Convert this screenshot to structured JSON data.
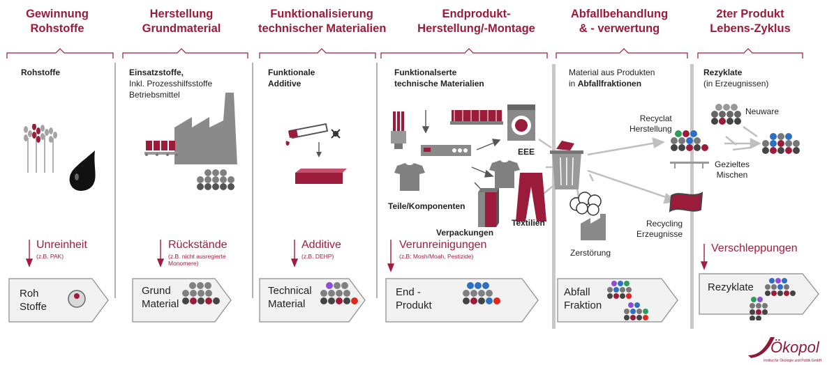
{
  "stages": [
    {
      "head1": "Gewinnung",
      "head2": "Rohstoffe",
      "desc1": "Rohstoffe",
      "desc2": "",
      "desc3": "",
      "impurity": "Unreinheit",
      "impurity_note1": "(z.B. PAK)",
      "impurity_note2": "",
      "box1": "Roh",
      "box2": "Stoffe"
    },
    {
      "head1": "Herstellung",
      "head2": "Grundmaterial",
      "desc1": "Einsatzstoffe,",
      "desc2": "Inkl. Prozesshilfsstoffe",
      "desc3": "Betriebsmittel",
      "impurity": "Rückstände",
      "impurity_note1": "(z.B. nicht ausregierte",
      "impurity_note2": "Monomere)",
      "box1": "Grund",
      "box2": "Material"
    },
    {
      "head1": "Funktionalisierung",
      "head2": "technischer Materialien",
      "desc1": "Funktionale",
      "desc2": "Additive",
      "desc3": "",
      "impurity": "Additive",
      "impurity_note1": "(z.B.  DEHP)",
      "impurity_note2": "",
      "box1": "Technical",
      "box2": "Material"
    },
    {
      "head1": "Endprodukt-",
      "head2": "Herstellung/-Montage",
      "desc1": "Funktionalserte",
      "desc2": "technische Materialien",
      "desc3": "",
      "impurity": "Verunreinigungen",
      "impurity_note1": "(z.B: Mosh/Moah, Pestizide)",
      "impurity_note2": "",
      "box1": "End -",
      "box2": "Produkt"
    },
    {
      "head1": "Abfallbehandlung",
      "head2": "& - verwertung",
      "desc1": "Material aus Produkten",
      "desc2_pre": "in ",
      "desc2_bold": "Abfallfraktionen",
      "box1": "Abfall",
      "box2": "Fraktion"
    },
    {
      "head1": "2ter Produkt",
      "head2": "Lebens-Zyklus",
      "desc1": "Rezyklate",
      "desc2": "(in Erzeugnissen)",
      "impurity": "Verschleppungen",
      "box1": "Rezyklate"
    }
  ],
  "labels": {
    "eee": "EEE",
    "teile": "Teile/Komponenten",
    "verpackungen": "Verpackungen",
    "textilien": "Textilien",
    "recyclat1": "Recyclat",
    "recyclat2": "Herstellung",
    "neuware": "Neuware",
    "gezieltes1": "Gezieltes",
    "gezieltes2": "Mischen",
    "zerstoerung": "Zerstörung",
    "recycling1": "Recycling",
    "recycling2": "Erzeugnisse"
  },
  "logo": {
    "name": "Ökopol",
    "sub": "Institut für Ökologie und Politik GmbH"
  },
  "colors": {
    "accent": "#9b1b3a",
    "grey": "#7f7f7f",
    "dark": "#555555"
  }
}
